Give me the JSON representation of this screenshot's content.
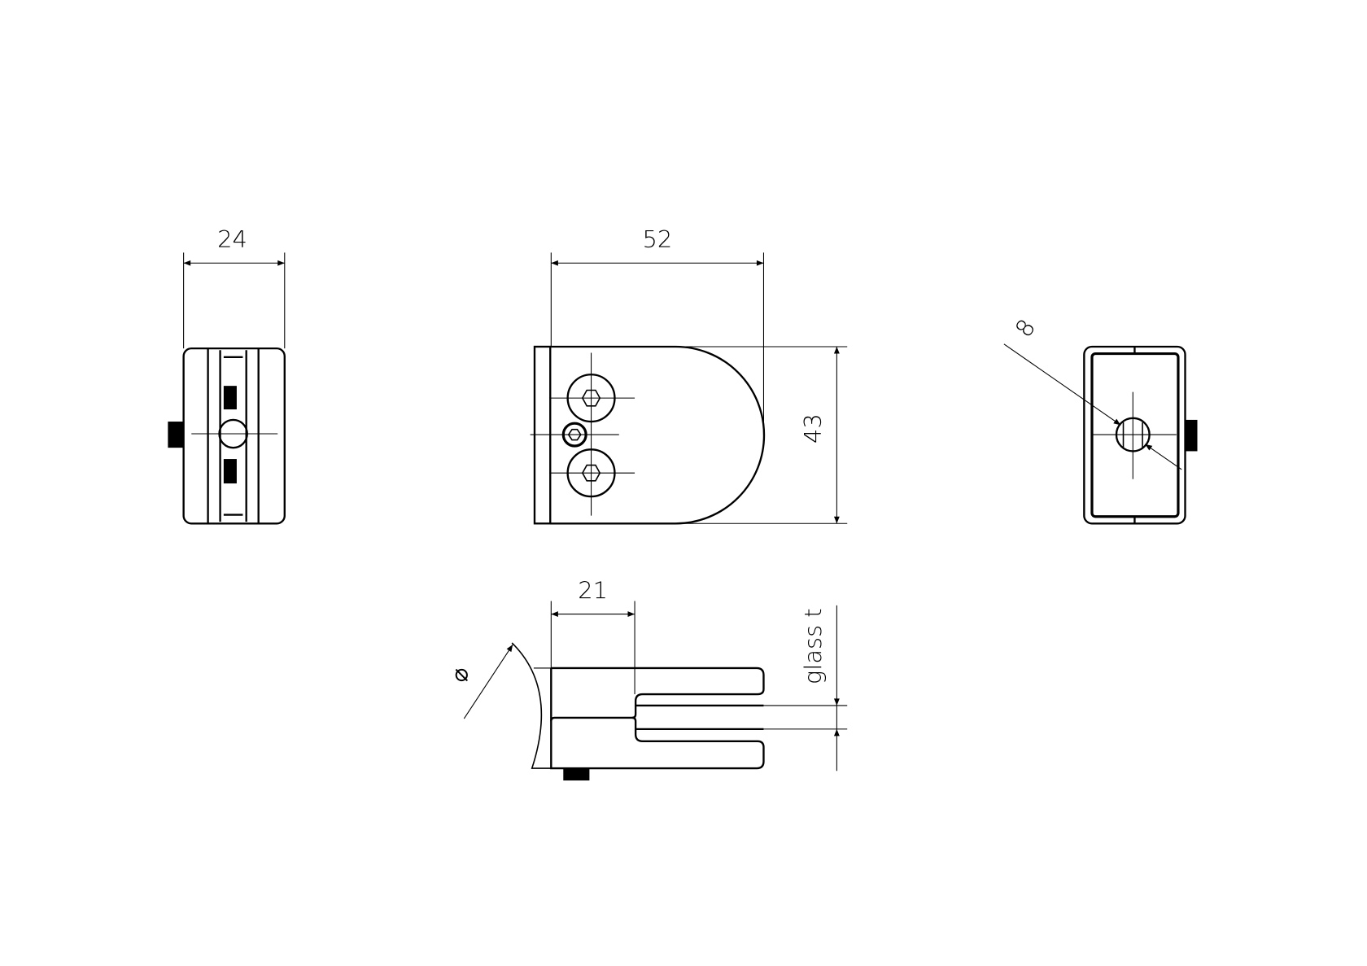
{
  "dimensions": {
    "width_side": "24",
    "length": "52",
    "height": "43",
    "depth": "21",
    "glass": "glass t",
    "diameter": "⌀",
    "hole": "8"
  },
  "colors": {
    "line": "#000000",
    "background": "#ffffff"
  }
}
